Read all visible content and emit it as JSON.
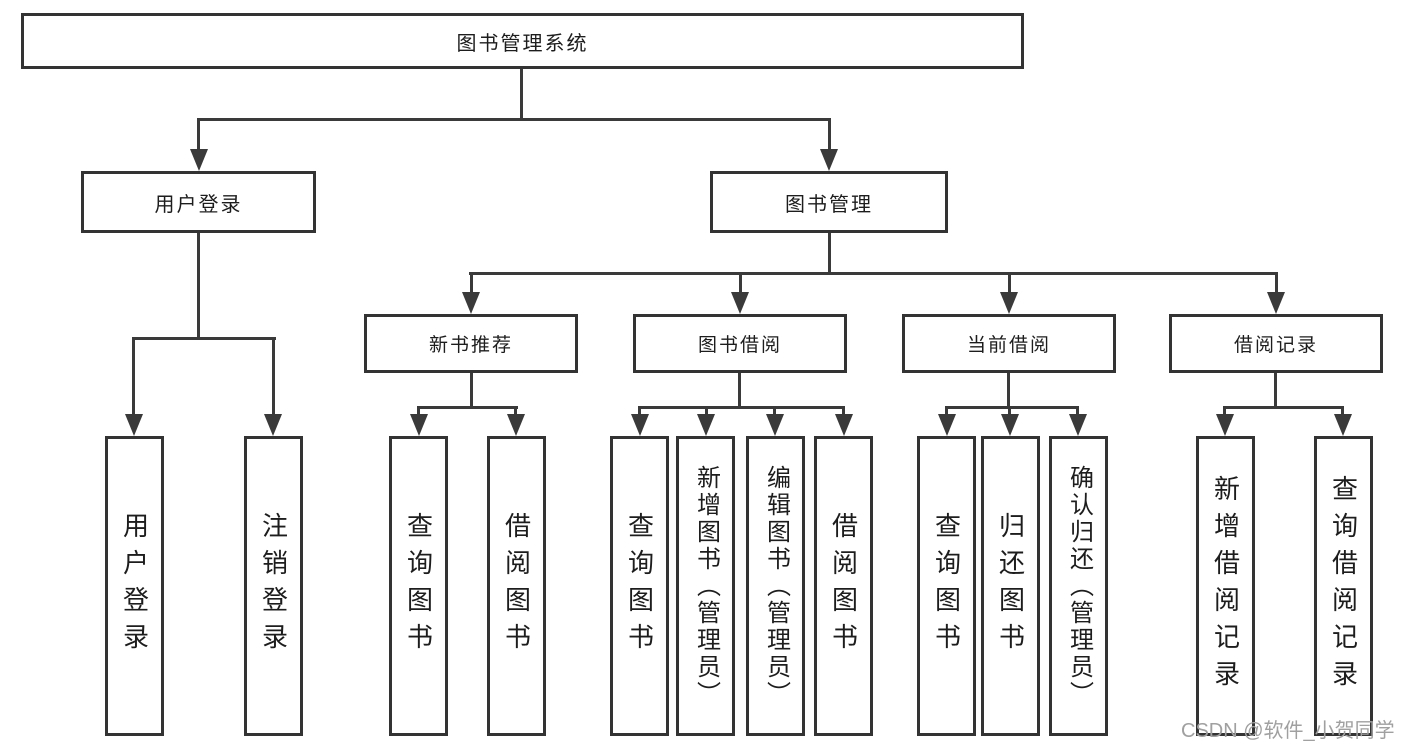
{
  "colors": {
    "line": "#3a3a3a",
    "box_border": "#333333",
    "text": "#1d1d1d",
    "watermark": "#a0a0a0",
    "background": "#ffffff"
  },
  "watermark": "CSDN @软件_小贺同学",
  "tree": {
    "label": "图书管理系统",
    "children": [
      {
        "label": "用户登录",
        "children": [
          {
            "label": "用户登录"
          },
          {
            "label": "注销登录"
          }
        ]
      },
      {
        "label": "图书管理",
        "children": [
          {
            "label": "新书推荐",
            "children": [
              {
                "label": "查询图书"
              },
              {
                "label": "借阅图书"
              }
            ]
          },
          {
            "label": "图书借阅",
            "children": [
              {
                "label": "查询图书"
              },
              {
                "label": "新增图书（管理员）"
              },
              {
                "label": "编辑图书（管理员）"
              },
              {
                "label": "借阅图书"
              }
            ]
          },
          {
            "label": "当前借阅",
            "children": [
              {
                "label": "查询图书"
              },
              {
                "label": "归还图书"
              },
              {
                "label": "确认归还（管理员）"
              }
            ]
          },
          {
            "label": "借阅记录",
            "children": [
              {
                "label": "新增借阅记录"
              },
              {
                "label": "查询借阅记录"
              }
            ]
          }
        ]
      }
    ]
  }
}
